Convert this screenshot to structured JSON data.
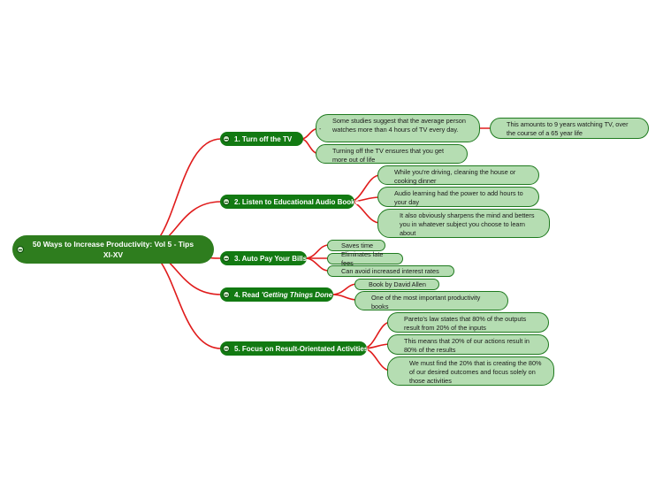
{
  "root": {
    "title": "50 Ways to Increase Productivity: Vol 5 - Tips XI-XV"
  },
  "branches": [
    {
      "label": "1. Turn off the TV",
      "leaves": [
        {
          "text": "Some studies suggest that the average person watches more than 4 hours of TV every day."
        },
        {
          "text": "Turning off the TV ensures that you get more out of life"
        }
      ],
      "sub_leaf": {
        "text": "This amounts to 9 years watching TV, over the course of a 65 year life"
      }
    },
    {
      "label": "2. Listen to Educational Audio Books",
      "leaves": [
        {
          "text": "While you're driving, cleaning the house or cooking dinner"
        },
        {
          "text": "Audio learning had the power to add hours to your day"
        },
        {
          "text": "It also obviously sharpens the mind and betters you in whatever subject you choose to learn about"
        }
      ]
    },
    {
      "label": "3. Auto Pay Your Bills",
      "leaves": [
        {
          "text": "Saves time"
        },
        {
          "text": "Eliminates late fees"
        },
        {
          "text": "Can avoid increased interest rates"
        }
      ]
    },
    {
      "label_prefix": "4. Read ",
      "label_italic": "'Getting Things Done'",
      "leaves": [
        {
          "text": "Book by David Allen"
        },
        {
          "text": "One of the most important productivity books"
        }
      ]
    },
    {
      "label": "5. Focus on Result-Orientated Activities",
      "leaves": [
        {
          "text": "Pareto's law states that 80% of the outputs result from 20% of the inputs"
        },
        {
          "text": "This means that 20% of our actions result in 80% of the results"
        },
        {
          "text": "We must find the 20% that is creating the 80% of our desired outcomes and focus solely on those activities"
        }
      ]
    }
  ],
  "colors": {
    "connector": "#e01b1b",
    "branch": "#127a12",
    "leaf_fill": "#b5ddb2",
    "leaf_border": "#1f7a1f"
  }
}
